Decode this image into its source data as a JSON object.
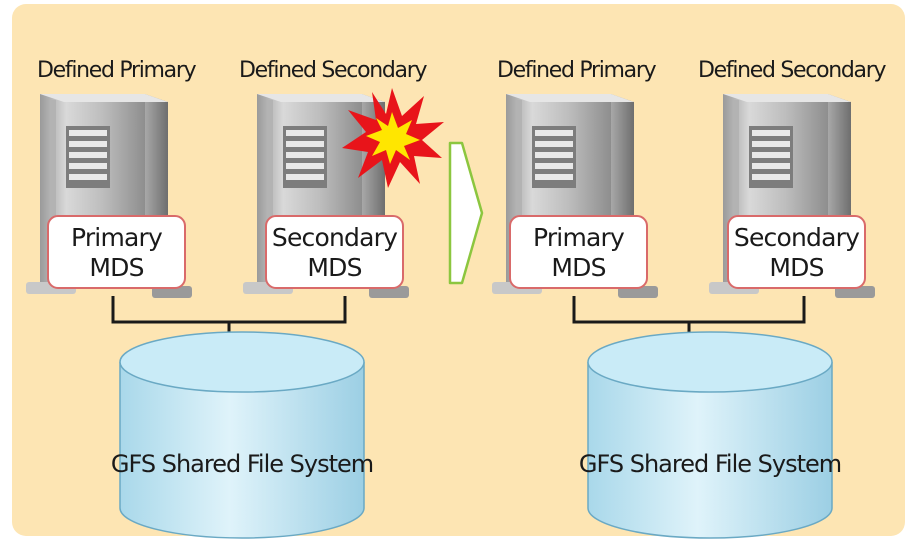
{
  "left_scenario": {
    "primary_server": {
      "header": "Defined Primary",
      "label_line1": "Primary",
      "label_line2": "MDS"
    },
    "secondary_server": {
      "header": "Defined Secondary",
      "label_line1": "Secondary",
      "label_line2": "MDS",
      "failed": true
    },
    "disk_label": "GFS Shared File System"
  },
  "right_scenario": {
    "primary_server": {
      "header": "Defined Primary",
      "label_line1": "Primary",
      "label_line2": "MDS"
    },
    "secondary_server": {
      "header": "Defined Secondary",
      "label_line1": "Secondary",
      "label_line2": "MDS"
    },
    "disk_label": "GFS Shared File System"
  },
  "colors": {
    "background": "#fde5b3",
    "mds_box_border": "#d96a6a",
    "disk_fill": "#bfe4f2",
    "arrow_border": "#8cc63f",
    "failure_burst": "#e8141a",
    "failure_core": "#ffe600"
  },
  "icons": [
    "server-tower-icon",
    "failure-burst-icon",
    "failover-arrow-icon",
    "disk-cylinder-icon"
  ]
}
